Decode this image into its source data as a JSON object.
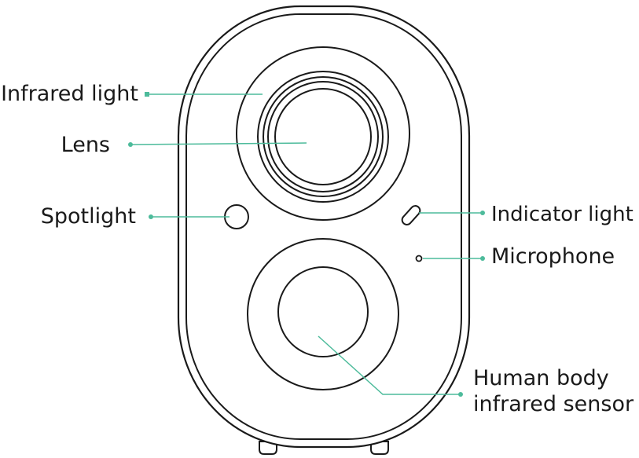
{
  "labels": {
    "infrared_light": "Infrared light",
    "lens": "Lens",
    "spotlight": "Spotlight",
    "indicator_light": "Indicator light",
    "microphone": "Microphone",
    "human_body_line1": "Human body",
    "human_body_line2": "infrared sensor"
  },
  "colors": {
    "outline": "#1a1a1a",
    "leader": "#4dbb9b",
    "text": "#1a1a1a"
  }
}
